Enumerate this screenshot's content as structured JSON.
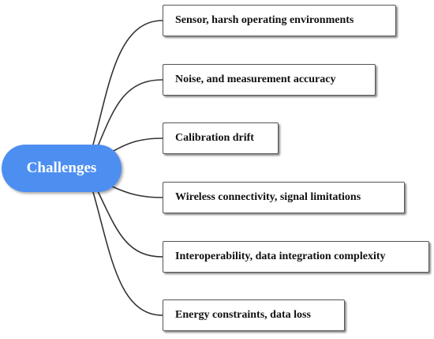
{
  "diagram": {
    "root": {
      "label": "Challenges",
      "color": "#4d8ff1"
    },
    "branches": [
      {
        "label": "Sensor, harsh operating environments"
      },
      {
        "label": "Noise, and measurement accuracy"
      },
      {
        "label": "Calibration drift"
      },
      {
        "label": "Wireless connectivity, signal limitations"
      },
      {
        "label": "Interoperability, data integration complexity"
      },
      {
        "label": "Energy constraints, data loss"
      }
    ]
  }
}
